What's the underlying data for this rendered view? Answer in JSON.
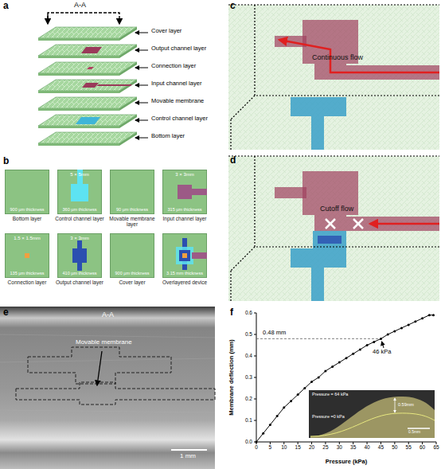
{
  "diagram": {
    "nodes": [
      {
        "text": [
          "900 µm thickness",
          "Bottom layer"
        ]
      },
      {
        "text": [
          "5 × 5mm",
          "360 µm thickness",
          "Control channel layer"
        ]
      },
      {
        "text": [
          "90 µm thickness",
          "Movable membrane layer"
        ]
      },
      {
        "text": [
          "3 × 3mm",
          "315 µm thickness",
          "Input channel layer"
        ]
      },
      {
        "text": [
          "1.5 × 1.5mm",
          "135 µm thickness",
          "Connection layer"
        ]
      },
      {
        "text": [
          "3 × 3mm",
          "410 µm thickness",
          "Output channel layer"
        ]
      },
      {
        "text": [
          "900 µm thickness",
          "Cover layer"
        ]
      },
      {
        "text": [
          "3.15 mm thickness",
          "Overlayered device"
        ]
      }
    ],
    "labels": [
      "a",
      "A-A",
      "Cover layer",
      "Output channel layer",
      "Connection layer",
      "Input channel layer",
      "Movable membrane",
      "Control channel layer",
      "Bottom layer",
      "b",
      "c",
      "Continuous flow",
      "d",
      "Cutoff flow",
      "e",
      "A-A",
      "Movable membrane",
      "1 mm",
      "f",
      "0.48 mm",
      "46 kPa",
      "Membrane deflection (mm)",
      "Pressure (kPa)",
      "Pressure = 64 kPa",
      "Pressure =0 kPa",
      "0.59mm",
      "0.5mm",
      "0.0",
      "0.1",
      "0.2",
      "0.3",
      "0.4",
      "0.5",
      "0.6",
      "0",
      "5",
      "10",
      "15",
      "20",
      "25",
      "30",
      "35",
      "40",
      "45",
      "50",
      "55",
      "60",
      "65"
    ]
  }
}
